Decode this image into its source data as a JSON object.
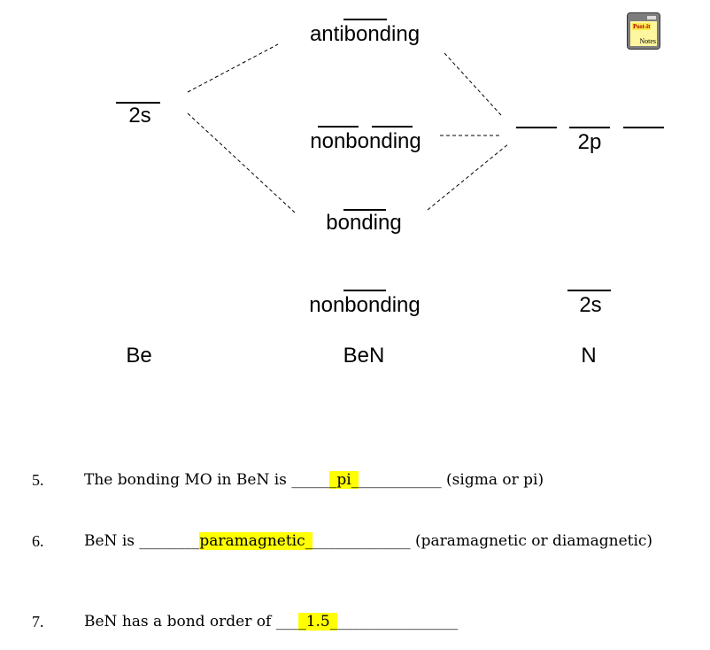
{
  "diagram": {
    "labels": {
      "antibonding": "antibonding",
      "nonbonding_upper": "nonbonding",
      "bonding": "bonding",
      "nonbonding_lower": "nonbonding",
      "be_2s": "2s",
      "n_2p": "2p",
      "n_2s": "2s"
    },
    "atoms": {
      "left": "Be",
      "middle": "BeN",
      "right": "N"
    }
  },
  "postit": {
    "brand": "Post-it",
    "sub": "Notes"
  },
  "questions": [
    {
      "number": "5.",
      "before": "The bonding MO in BeN is ",
      "pre_blank": "_____",
      "answer": "_pi_",
      "post_blank": "___________",
      "after": " (sigma or pi)"
    },
    {
      "number": "6.",
      "before": "BeN is ",
      "pre_blank": "________",
      "answer": "paramagnetic_",
      "post_blank": "_____________",
      "after": " (paramagnetic or diamagnetic)"
    },
    {
      "number": "7.",
      "before": "BeN has a bond order of ",
      "pre_blank": "___",
      "answer": "_1.5_",
      "post_blank": "________________",
      "after": ""
    }
  ],
  "colors": {
    "highlight": "#ffff00"
  }
}
